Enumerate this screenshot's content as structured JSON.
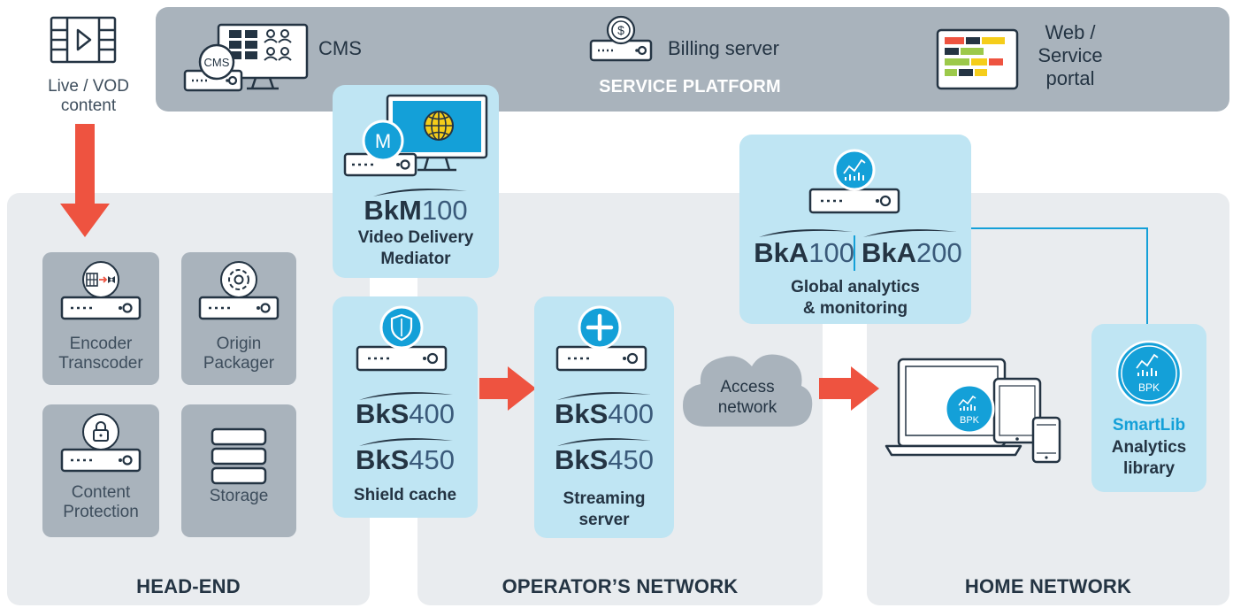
{
  "service_platform": {
    "title": "SERVICE PLATFORM",
    "cms_label": "CMS",
    "cms_icon_text": "CMS",
    "billing_label": "Billing server",
    "billing_icon": "$",
    "portal_label_1": "Web /",
    "portal_label_2": "Service",
    "portal_label_3": "portal"
  },
  "source": {
    "line1": "Live / VOD",
    "line2": "content"
  },
  "headend": {
    "title": "HEAD-END",
    "encoder_1": "Encoder",
    "encoder_2": "Transcoder",
    "origin_1": "Origin",
    "origin_2": "Packager",
    "protection_1": "Content",
    "protection_2": "Protection",
    "storage": "Storage"
  },
  "mediator": {
    "icon_letter": "M",
    "product_b": "BkM",
    "product_n": "100",
    "label_1": "Video Delivery",
    "label_2": "Mediator"
  },
  "operator": {
    "title": "OPERATOR’S NETWORK",
    "shield": {
      "p1_b": "BkS",
      "p1_n": "400",
      "p2_b": "BkS",
      "p2_n": "450",
      "label": "Shield cache"
    },
    "streaming": {
      "p1_b": "BkS",
      "p1_n": "400",
      "p2_b": "BkS",
      "p2_n": "450",
      "label_1": "Streaming",
      "label_2": "server"
    },
    "access_1": "Access",
    "access_2": "network"
  },
  "analytics": {
    "p1_b": "BkA",
    "p1_n": "100",
    "p2_b": "BkA",
    "p2_n": "200",
    "label_1": "Global analytics",
    "label_2": "& monitoring"
  },
  "home": {
    "title": "HOME NETWORK",
    "bpk": "BPK",
    "smartlib": "SmartLib",
    "smartlib_2": "Analytics",
    "smartlib_3": "library"
  },
  "colors": {
    "arrow": "#ee5340",
    "accent": "#14a0d8",
    "zone": "#e9ecef",
    "box_grey": "#a9b3bc",
    "box_blue": "#bfe5f3",
    "dark": "#243443"
  }
}
